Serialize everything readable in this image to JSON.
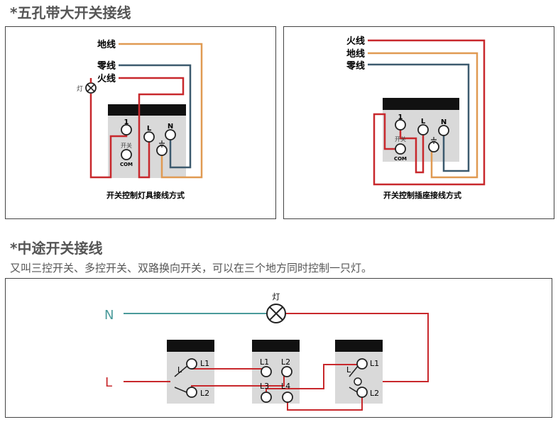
{
  "section1": {
    "title": "*五孔带大开关接线",
    "left": {
      "caption": "开关控制灯具接线方式",
      "wire_ground": "地线",
      "wire_neutral": "零线",
      "wire_live": "火线",
      "lamp": "灯",
      "terminal_1": "1",
      "terminal_L": "L",
      "terminal_N": "N",
      "switch_label": "开关",
      "com_label": "COM"
    },
    "right": {
      "caption": "开关控制插座接线方式",
      "wire_live": "火线",
      "wire_ground": "地线",
      "wire_neutral": "零线",
      "terminal_1": "1",
      "terminal_L": "L",
      "terminal_N": "N",
      "switch_label": "开关",
      "com_label": "COM"
    }
  },
  "section2": {
    "title": "*中途开关接线",
    "subtitle": "又叫三控开关、多控开关、双路换向开关，可以在三个地方同时控制一只灯。",
    "lamp": "灯",
    "line_N": "N",
    "line_L": "L",
    "sw1": {
      "L1": "L1",
      "L": "L",
      "L2": "L2"
    },
    "sw2": {
      "L1": "L1",
      "L2": "L2",
      "L3": "L3",
      "L4": "L4"
    },
    "sw3": {
      "L1": "L1",
      "L": "L",
      "L2": "L2"
    }
  },
  "colors": {
    "live": "#c8282c",
    "neutral": "#3c5a6e",
    "ground": "#e09a52",
    "neutral_teal": "#4a9a9a"
  }
}
